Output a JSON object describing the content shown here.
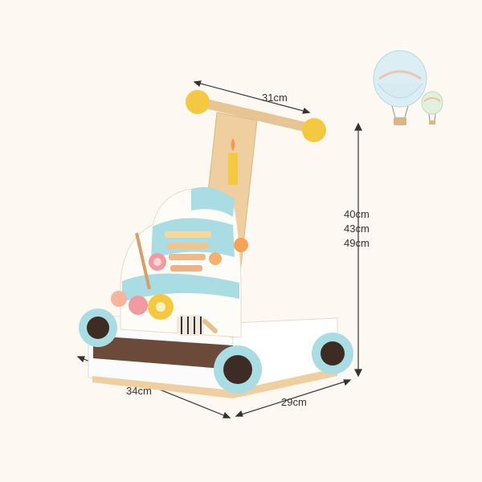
{
  "dimensions": {
    "handle_width": "31cm",
    "heights": [
      "40cm",
      "43cm",
      "49cm"
    ],
    "length": "34cm",
    "width": "29cm"
  },
  "colors": {
    "wood": "#efcf9f",
    "yellow": "#f5c842",
    "aqua": "#a9dde3",
    "white_body": "#fbfbfb",
    "chocolate": "#6b4a3a",
    "arrow": "#333333"
  },
  "icons": [
    "hot-air-balloon-icon",
    "candle-icon",
    "gear-icon",
    "drum-icon"
  ]
}
